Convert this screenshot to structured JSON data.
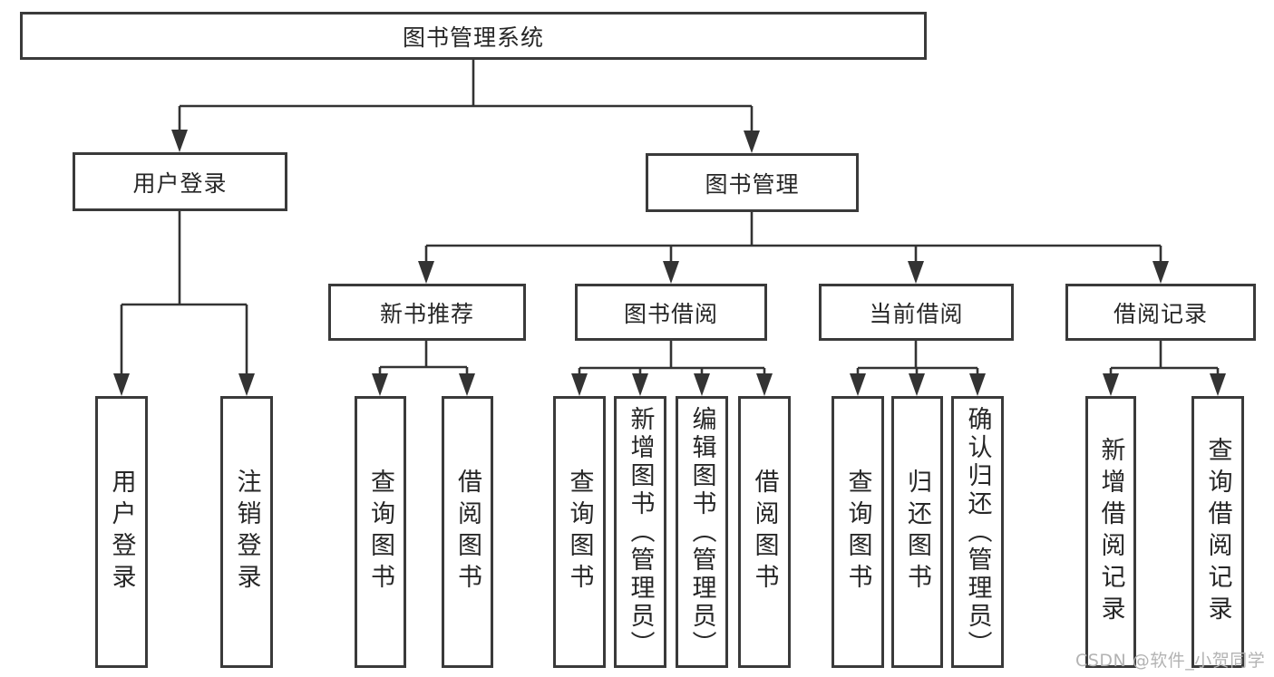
{
  "title": "图书管理系统",
  "watermark": {
    "text": "CSDN @软件_小贺同学"
  },
  "colors": {
    "background": "#ffffff",
    "box_border": "#3a3a3a",
    "connector_line": "#333333",
    "label_text": "#262626",
    "watermark_text": "#b3b3b3"
  },
  "tree": {
    "label": "图书管理系统",
    "children": [
      {
        "label": "用户登录",
        "children": [
          {
            "label": "用户登录"
          },
          {
            "label": "注销登录"
          }
        ]
      },
      {
        "label": "图书管理",
        "children": [
          {
            "label": "新书推荐",
            "children": [
              {
                "label": "查询图书"
              },
              {
                "label": "借阅图书"
              }
            ]
          },
          {
            "label": "图书借阅",
            "children": [
              {
                "label": "查询图书"
              },
              {
                "label": "新增图书（管理员）"
              },
              {
                "label": "编辑图书（管理员）"
              },
              {
                "label": "借阅图书"
              }
            ]
          },
          {
            "label": "当前借阅",
            "children": [
              {
                "label": "查询图书"
              },
              {
                "label": "归还图书"
              },
              {
                "label": "确认归还（管理员）"
              }
            ]
          },
          {
            "label": "借阅记录",
            "children": [
              {
                "label": "新增借阅记录"
              },
              {
                "label": "查询借阅记录"
              }
            ]
          }
        ]
      }
    ]
  }
}
